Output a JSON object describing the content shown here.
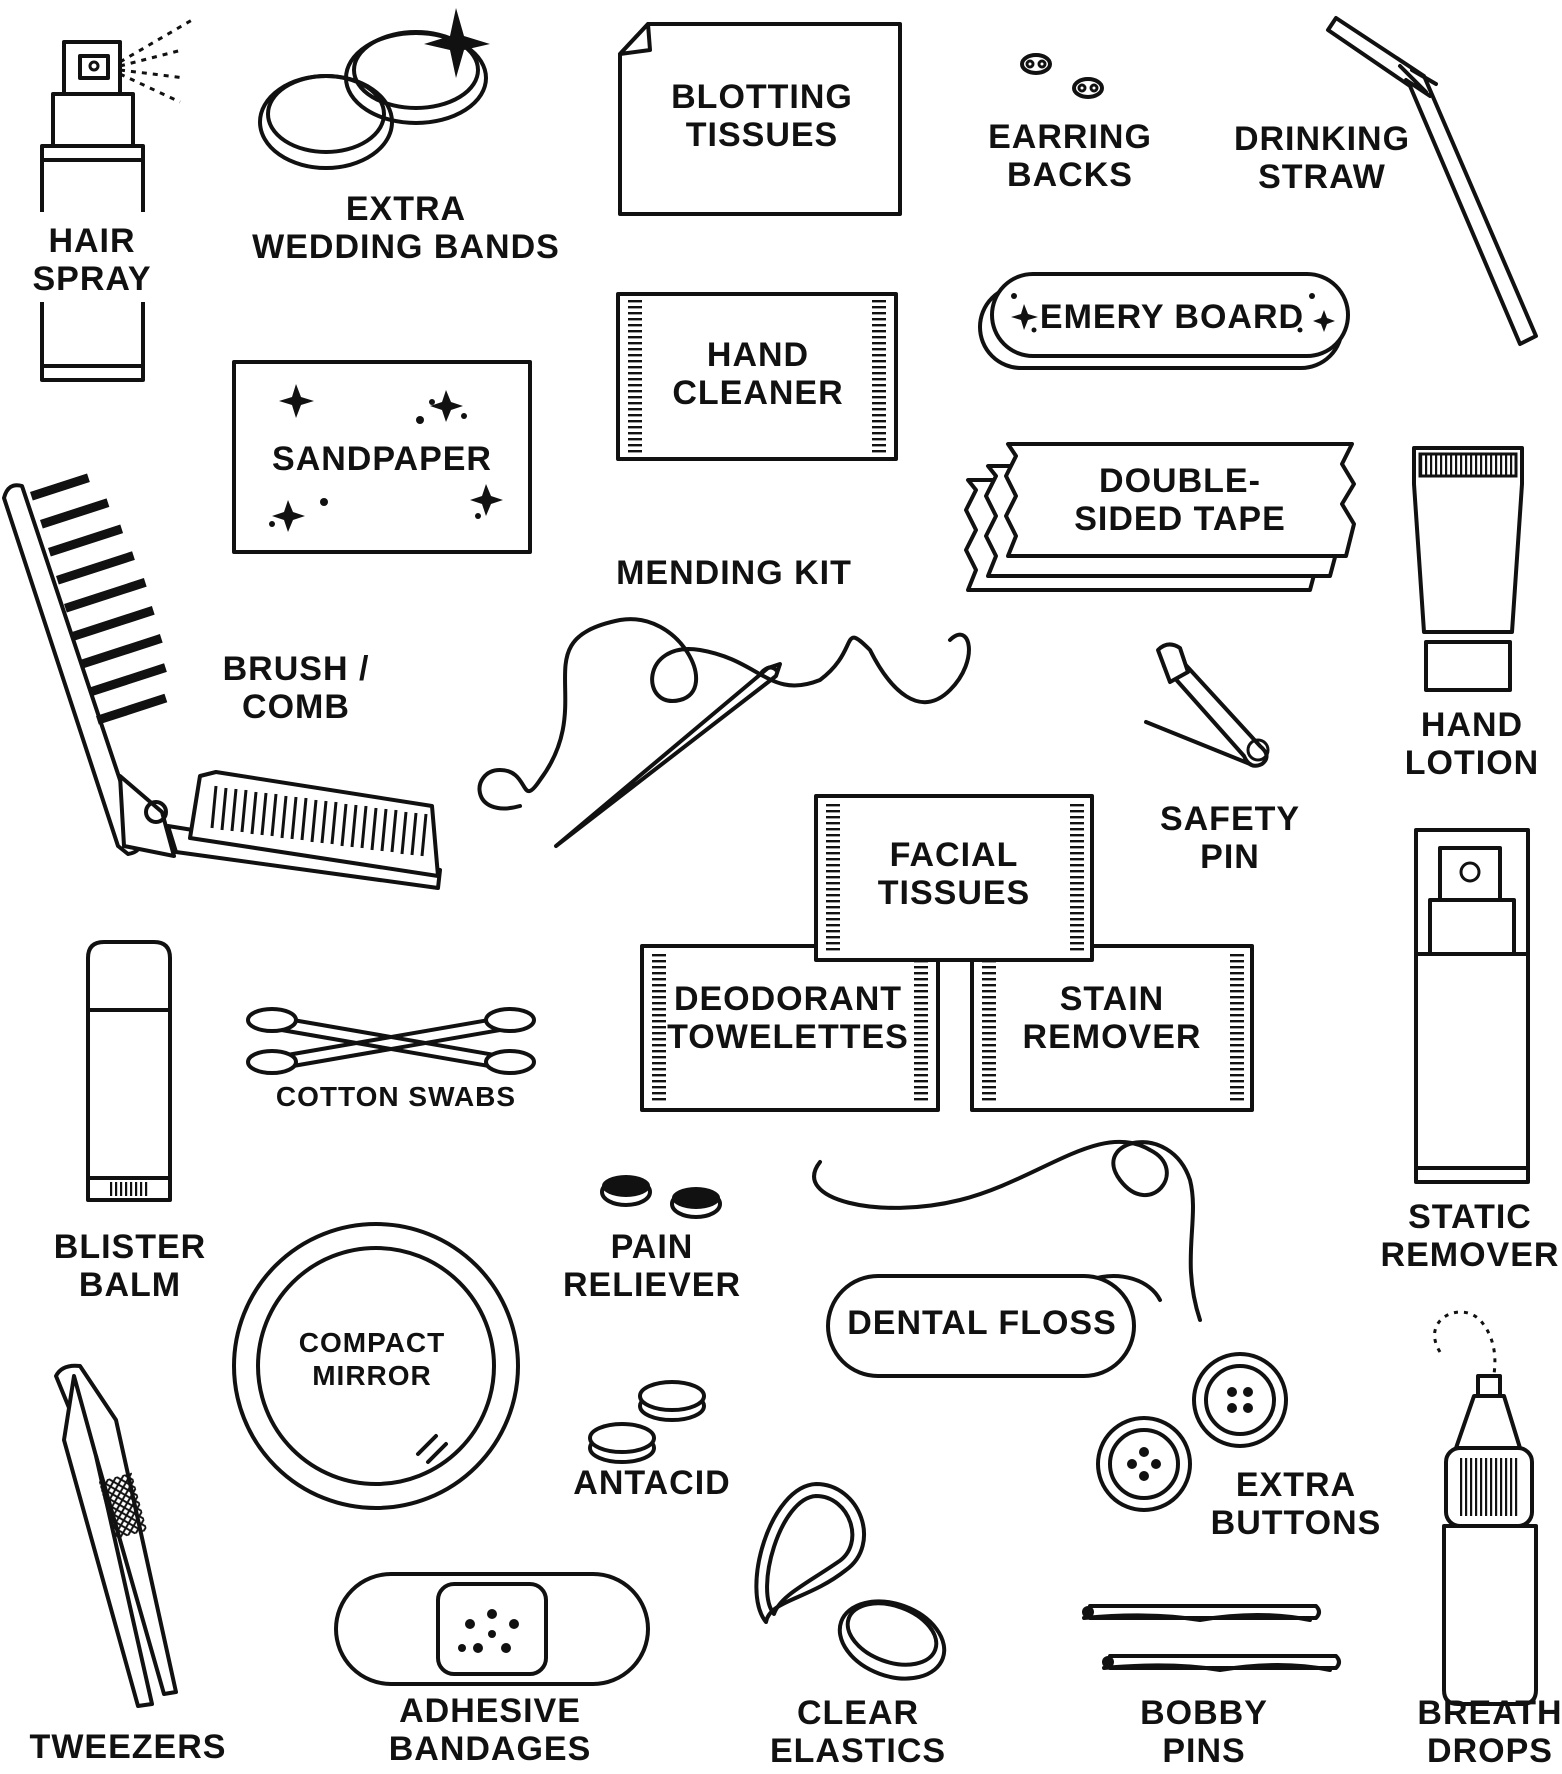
{
  "items": [
    {
      "id": "hair-spray",
      "label": "HAIR\nSPRAY",
      "icon": "spray-bottle-icon"
    },
    {
      "id": "extra-wedding-bands",
      "label": "EXTRA\nWEDDING BANDS",
      "icon": "rings-icon"
    },
    {
      "id": "blotting-tissues",
      "label": "BLOTTING\nTISSUES",
      "icon": "tissue-sheet-icon"
    },
    {
      "id": "earring-backs",
      "label": "EARRING\nBACKS",
      "icon": "earring-backs-icon"
    },
    {
      "id": "drinking-straw",
      "label": "DRINKING\nSTRAW",
      "icon": "straw-icon"
    },
    {
      "id": "hand-cleaner",
      "label": "HAND\nCLEANER",
      "icon": "packet-icon"
    },
    {
      "id": "emery-board",
      "label": "EMERY BOARD",
      "icon": "emery-board-icon"
    },
    {
      "id": "sandpaper",
      "label": "SANDPAPER",
      "icon": "sandpaper-icon"
    },
    {
      "id": "double-sided-tape",
      "label": "DOUBLE-\nSIDED TAPE",
      "icon": "tape-icon"
    },
    {
      "id": "mending-kit",
      "label": "MENDING KIT",
      "icon": "needle-thread-icon"
    },
    {
      "id": "brush-comb",
      "label": "BRUSH /\nCOMB",
      "icon": "brush-comb-icon"
    },
    {
      "id": "hand-lotion",
      "label": "HAND\nLOTION",
      "icon": "lotion-tube-icon"
    },
    {
      "id": "safety-pin",
      "label": "SAFETY\nPIN",
      "icon": "safety-pin-icon"
    },
    {
      "id": "facial-tissues",
      "label": "FACIAL\nTISSUES",
      "icon": "packet-icon"
    },
    {
      "id": "deodorant-towelettes",
      "label": "DEODORANT\nTOWELETTES",
      "icon": "packet-icon"
    },
    {
      "id": "stain-remover",
      "label": "STAIN\nREMOVER",
      "icon": "packet-icon"
    },
    {
      "id": "blister-balm",
      "label": "BLISTER\nBALM",
      "icon": "balm-stick-icon"
    },
    {
      "id": "cotton-swabs",
      "label": "COTTON SWABS",
      "icon": "cotton-swabs-icon"
    },
    {
      "id": "static-remover",
      "label": "STATIC\nREMOVER",
      "icon": "spray-can-icon"
    },
    {
      "id": "pain-reliever",
      "label": "PAIN\nRELIEVER",
      "icon": "pills-icon"
    },
    {
      "id": "compact-mirror",
      "label": "COMPACT\nMIRROR",
      "icon": "mirror-icon"
    },
    {
      "id": "dental-floss",
      "label": "DENTAL FLOSS",
      "icon": "floss-icon"
    },
    {
      "id": "antacid",
      "label": "ANTACID",
      "icon": "tablets-icon"
    },
    {
      "id": "extra-buttons",
      "label": "EXTRA\nBUTTONS",
      "icon": "buttons-icon"
    },
    {
      "id": "tweezers",
      "label": "TWEEZERS",
      "icon": "tweezers-icon"
    },
    {
      "id": "adhesive-bandages",
      "label": "ADHESIVE\nBANDAGES",
      "icon": "bandage-icon"
    },
    {
      "id": "clear-elastics",
      "label": "CLEAR\nELASTICS",
      "icon": "elastics-icon"
    },
    {
      "id": "bobby-pins",
      "label": "BOBBY\nPINS",
      "icon": "bobby-pins-icon"
    },
    {
      "id": "breath-drops",
      "label": "BREATH\nDROPS",
      "icon": "dropper-bottle-icon"
    }
  ]
}
